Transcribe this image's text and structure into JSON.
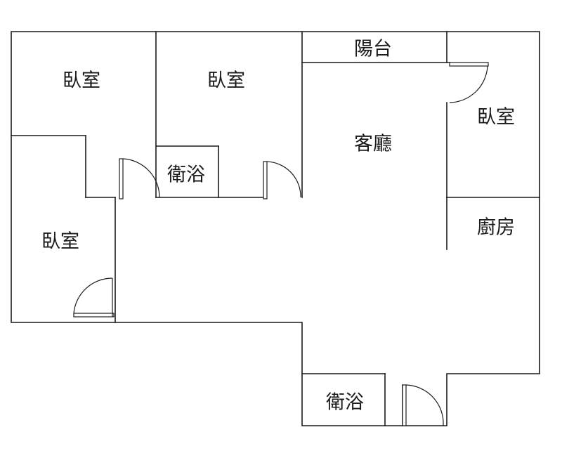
{
  "rooms": {
    "bedroom_top_left": "臥室",
    "bedroom_top_middle": "臥室",
    "balcony": "陽台",
    "bedroom_right": "臥室",
    "living_room": "客廳",
    "bathroom_upper": "衛浴",
    "bedroom_left": "臥室",
    "kitchen": "廚房",
    "bathroom_lower": "衛浴"
  }
}
